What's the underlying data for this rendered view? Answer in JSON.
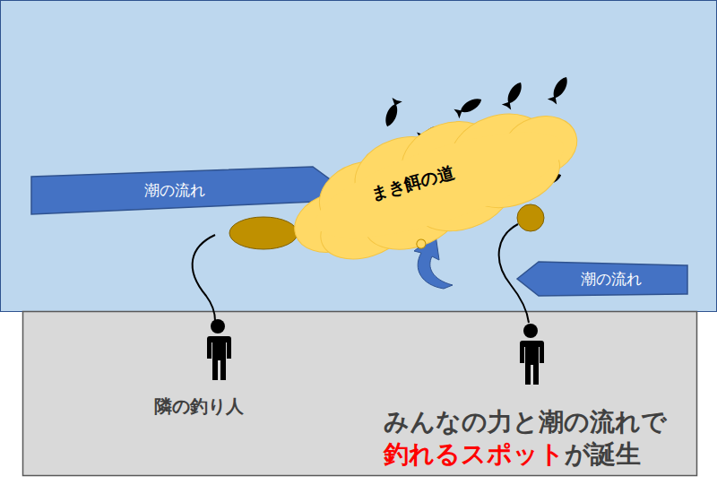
{
  "diagram": {
    "nodes": [
      {
        "text": [
          "潮の流れ"
        ]
      },
      {
        "text": [
          "まき餌の道"
        ]
      },
      {
        "text": [
          "潮の流れ"
        ]
      }
    ],
    "labels": [
      "隣の釣り人",
      "みんなの力と潮の流れで",
      "釣れるスポット",
      "が誕生"
    ]
  }
}
